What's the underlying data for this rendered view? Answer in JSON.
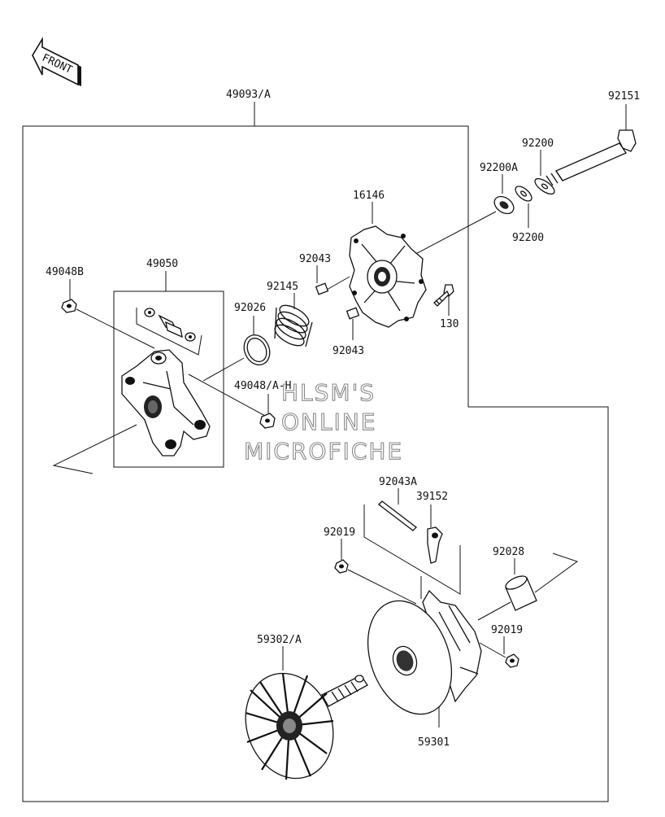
{
  "front_arrow": {
    "label": "FRONT"
  },
  "watermark": {
    "line1": "HLSM'S",
    "line2": "ONLINE",
    "line3": "MICROFICHE"
  },
  "part_labels": {
    "p49093A": "49093/A",
    "p92151": "92151",
    "p92200_top": "92200",
    "p92200A": "92200A",
    "p92200_bottom": "92200",
    "p16146": "16146",
    "p92043_top": "92043",
    "p92145": "92145",
    "p92026": "92026",
    "p49050": "49050",
    "p49048B": "49048B",
    "p130": "130",
    "p92043_bottom": "92043",
    "p49048AH": "49048/A-H",
    "p92043A": "92043A",
    "p39152": "39152",
    "p92019_left": "92019",
    "p92028": "92028",
    "p92019_right": "92019",
    "p59302A": "59302/A",
    "p59301": "59301"
  }
}
